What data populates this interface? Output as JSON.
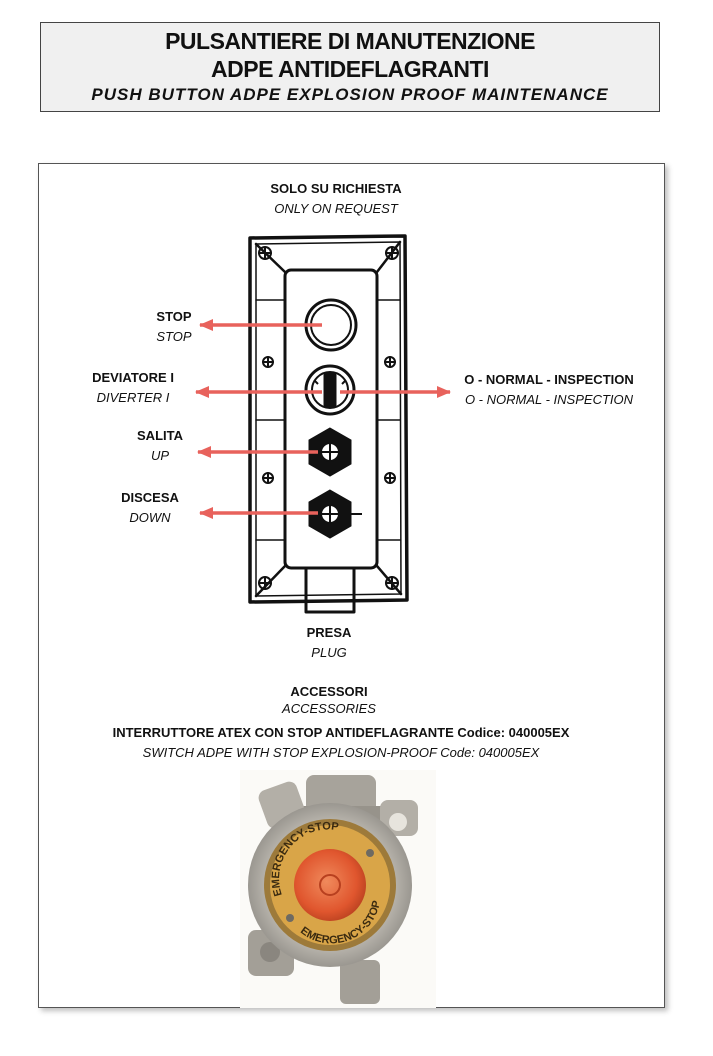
{
  "header": {
    "title_line1": "PULSANTIERE DI MANUTENZIONE",
    "title_line2": "ADPE ANTIDEFLAGRANTI",
    "subtitle": "PUSH BUTTON ADPE EXPLOSION PROOF MAINTENANCE"
  },
  "diagram": {
    "on_request": {
      "it": "SOLO SU RICHIESTA",
      "en": "ONLY ON REQUEST"
    },
    "stop": {
      "it": "STOP",
      "en": "STOP"
    },
    "diverter": {
      "it": "DEVIATORE I",
      "en": "DIVERTER I"
    },
    "selector": {
      "it": "O - NORMAL - INSPECTION",
      "en": "O - NORMAL - INSPECTION"
    },
    "up": {
      "it": "SALITA",
      "en": "UP"
    },
    "down": {
      "it": "DISCESA",
      "en": "DOWN"
    },
    "plug": {
      "it": "PRESA",
      "en": "PLUG"
    },
    "arrow_color": "#e8625c"
  },
  "accessories": {
    "title_it": "ACCESSORI",
    "title_en": "ACCESSORIES",
    "switch_it": "INTERRUTTORE  ATEX CON STOP ANTIDEFLAGRANTE Codice: 040005EX",
    "switch_en": "SWITCH ADPE WITH STOP EXPLOSION-PROOF Code: 040005EX",
    "photo_text": "EMERGENCY-STOP"
  }
}
